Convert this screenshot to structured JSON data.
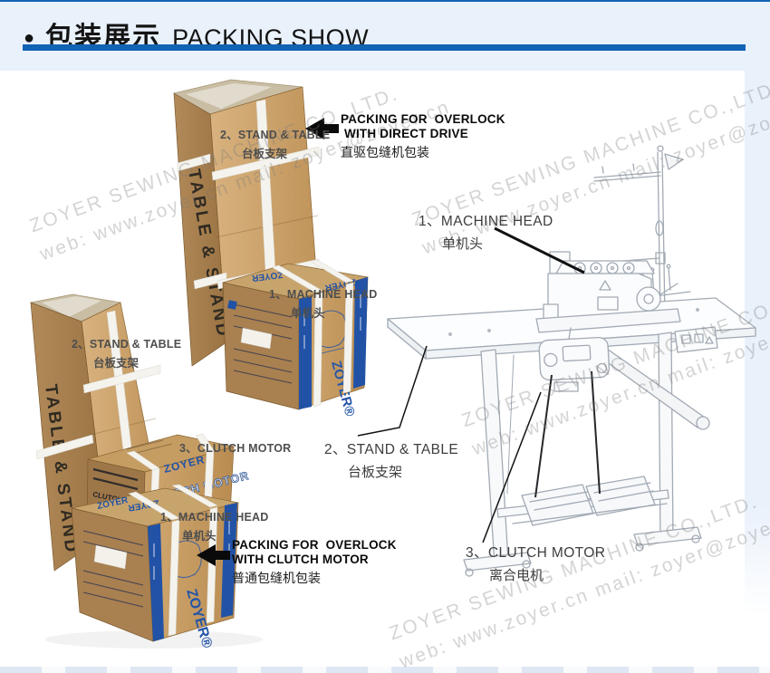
{
  "header": {
    "title_zh": "包装展示",
    "title_en": "PACKING SHOW",
    "bullet": "●"
  },
  "watermark": {
    "line1": "ZOYER SEWING MACHINE CO.,LTD.",
    "line2": "web: www.zoyer.cn    mail: zoyer@zoyer.cn"
  },
  "callout_direct": {
    "line1": "PACKING FOR  OVERLOCK",
    "line2": "WITH DIRECT DRIVE",
    "line3": "直驱包缝机包装"
  },
  "callout_clutch": {
    "line1": "PACKING FOR  OVERLOCK",
    "line2": "WITH CLUTCH MOTOR",
    "line3": "普通包缝机包装"
  },
  "parts": {
    "machine_head": {
      "label": "1、MACHINE HEAD",
      "zh": "单机头"
    },
    "stand_table": {
      "label": "2、STAND & TABLE",
      "zh": "台板支架"
    },
    "clutch_motor": {
      "label": "3、CLUTCH MOTOR",
      "zh": "离合电机"
    }
  },
  "box_print": {
    "brand": "ZOYER",
    "brand_r": "ZOYER®",
    "clutch_motor": "CLUTCH MOTOR",
    "table_stand": "TABLE & STAND"
  },
  "colors": {
    "accent_blue": "#1163b4",
    "print_blue": "#2152a6",
    "cardboard": "#c9a36c"
  }
}
